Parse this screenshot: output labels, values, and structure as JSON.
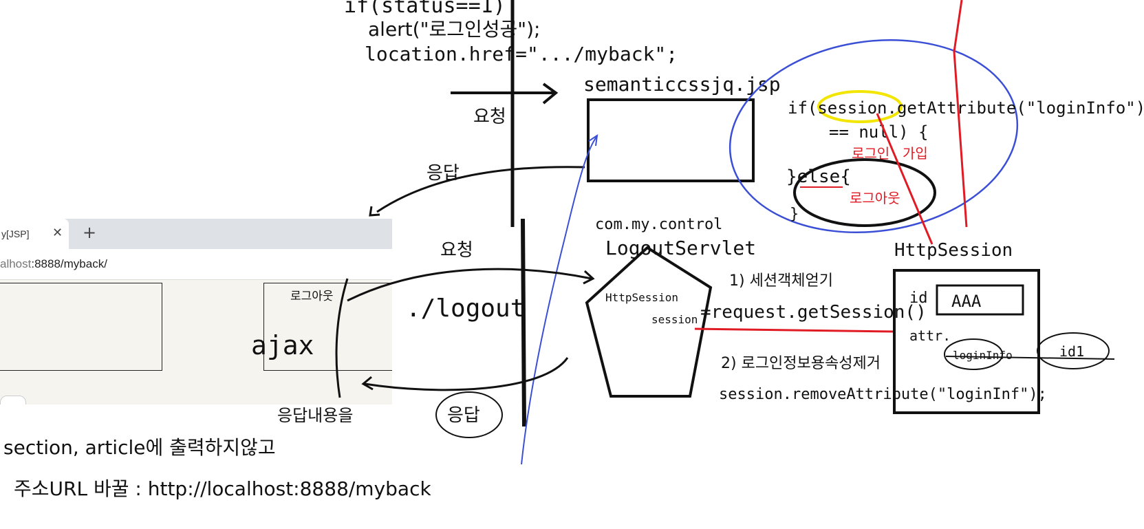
{
  "browser": {
    "tab_title": "y[JSP]",
    "tab_close": "✕",
    "tab_new": "+",
    "address_host": "alhost",
    "address_path": ":8888/myback/",
    "logout_link": "로그아웃"
  },
  "notes": {
    "status_line": "if(status==1)",
    "alert_line": "alert(\"로그인성공\");",
    "location_line": "location.href=\".../myback\";",
    "request1": "요청",
    "response1": "응답",
    "request2": "요청",
    "response2": "응답",
    "jsp_label": "semanticcssjq.jsp",
    "if_line": "if(session.getAttribute(\"loginInfo\")",
    "null_line": "== null) {",
    "login": "로그인",
    "signup": "가입",
    "else_line": "}else{",
    "logout_red": "로그아웃",
    "close_brace": "}",
    "package": "com.my.control",
    "servlet": "LogoutServlet",
    "httpsession_in": "HttpSession",
    "session_var": "session",
    "step1": "1) 세션객체얻기",
    "get_session": "=request.getSession()",
    "step2": "2) 로그인정보용속성제거",
    "remove_attr": "session.removeAttribute(\"loginInf\");",
    "logout_path": "./logout",
    "httpsession_title": "HttpSession",
    "id_label": "id",
    "id_value": "AAA",
    "attr_label": "attr.",
    "attr_key": "loginInfo",
    "attr_val": "id1",
    "ajax": "ajax",
    "response_body": "응답내용을",
    "section_line": "section, article에 출력하지않고",
    "url_line": "주소URL 바꿀 : http://localhost:8888/myback"
  },
  "colors": {
    "ink": "#111111",
    "red": "#e01b24",
    "blue": "#3a4fd6",
    "yellow": "#f2e600"
  }
}
